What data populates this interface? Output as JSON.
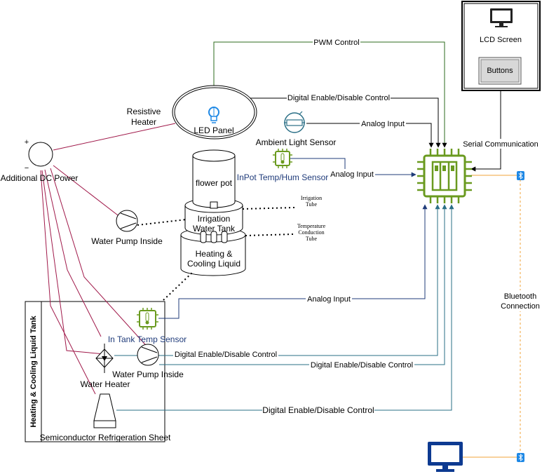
{
  "labels": {
    "pwm_control": "PWM Control",
    "digital_enable_top": "Digital Enable/Disable Control",
    "analog_input_light": "Analog Input",
    "analog_input_inpot": "Analog Input",
    "analog_input_tank": "Analog Input",
    "digital_enable_heater": "Digital Enable/Disable Control",
    "digital_enable_pump": "Digital Enable/Disable Control",
    "digital_enable_semi": "Digital Enable/Disable Control",
    "serial_communication": "Serial Communication",
    "bluetooth_line1": "Bluetooth",
    "bluetooth_line2": "Connection",
    "led_panel": "LED Panel",
    "resistive_heater_line1": "Resistive",
    "resistive_heater_line2": "Heater",
    "ambient_light_sensor": "Ambient Light Sensor",
    "inpot_sensor": "InPot Temp/Hum Sensor",
    "flower_pot": "flower pot",
    "irrigation_tank_line1": "Irrigation",
    "irrigation_tank_line2": "Water Tank",
    "heating_liquid_line1": "Heating &",
    "heating_liquid_line2": "Cooling Liquid",
    "irrigation_tube_line1": "Irrigation",
    "irrigation_tube_line2": "Tube",
    "temp_tube_line1": "Temperature",
    "temp_tube_line2": "Conduction",
    "temp_tube_line3": "Tube",
    "water_pump_inside_top": "Water Pump Inside",
    "water_pump_inside_bottom": "Water Pump Inside",
    "dc_power": "Additional DC Power",
    "plus": "+",
    "minus": "−",
    "lcd_screen": "LCD Screen",
    "buttons": "Buttons",
    "tank_title": "Heating & Cooling Liquid Tank",
    "in_tank_sensor": "In Tank Temp Sensor",
    "water_heater": "Water Heater",
    "semi_sheet": "Semiconductor Refrigeration Sheet"
  },
  "colors": {
    "green_line": "#2e6b1e",
    "blue_line": "#1f3b7a",
    "teal_line": "#2a6f86",
    "dark_red_line": "#a0194a",
    "orange_dashed": "#f2a33a",
    "chip_green": "#6a9a1f",
    "bulb_blue": "#1e88e5",
    "monitor_blue": "#0d3a91",
    "bluetooth_blue": "#1e88e5"
  },
  "icons": {
    "controller": "microcontroller-chip-icon",
    "monitor": "monitor-icon",
    "bulb": "light-bulb-icon",
    "bluetooth": "bluetooth-icon",
    "sensor": "sensor-chip-icon"
  }
}
